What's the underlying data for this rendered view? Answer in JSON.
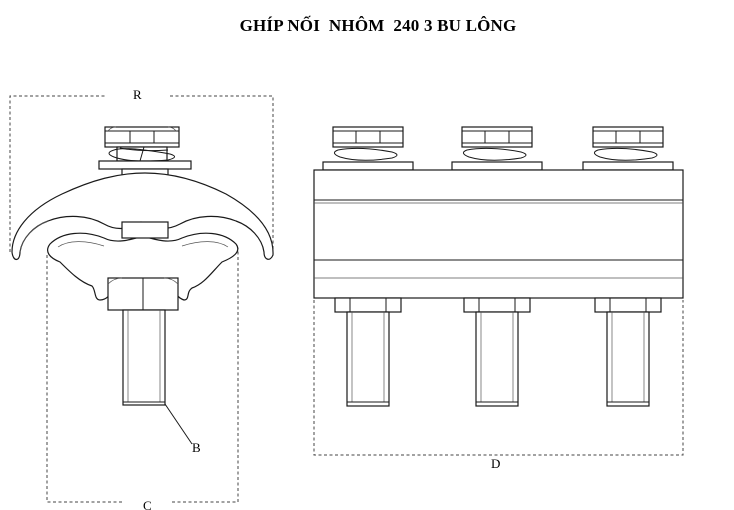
{
  "title": "GHÍP NỐI  NHÔM  240 3 BU LÔNG",
  "labels": {
    "r": "R",
    "b": "B",
    "c": "C",
    "d": "D"
  },
  "colors": {
    "line": "#1a1a1a",
    "dim": "#444444",
    "background": "#ffffff"
  }
}
